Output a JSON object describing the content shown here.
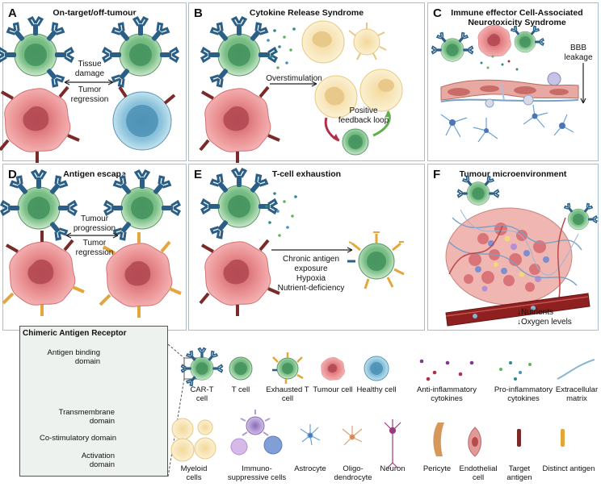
{
  "panels": {
    "A": {
      "letter": "A",
      "title": "On-target/off-tumour",
      "arrow_top": "Tissue\ndamage",
      "arrow_bottom": "Tumor\nregression"
    },
    "B": {
      "letter": "B",
      "title": "Cytokine Release Syndrome",
      "arrow_label": "Overstimulation",
      "loop_label": "Positive\nfeedback loop"
    },
    "C": {
      "letter": "C",
      "title": "Immune effector Cell-Associated\nNeurotoxicity Syndrome",
      "side_label": "BBB\nleakage"
    },
    "D": {
      "letter": "D",
      "title": "Antigen escape",
      "arrow_top": "Tumour\nprogression",
      "arrow_bottom": "Tumor\nregression"
    },
    "E": {
      "letter": "E",
      "title": "T-cell exhaustion",
      "arrow_label": "Chronic antigen\nexposure\nHypoxia\nNutrient-deficiency"
    },
    "F": {
      "letter": "F",
      "title": "Tumour microenvironment",
      "note": "↓Nutrients\n↓Oxygen levels"
    }
  },
  "car": {
    "title": "Chimeric Antigen Receptor",
    "domains": [
      "Antigen binding\ndomain",
      "Transmembrane\ndomain",
      "Co-stimulatory domain",
      "Activation\ndomain"
    ]
  },
  "legend": [
    "CAR-T\ncell",
    "T cell",
    "Exhausted T\ncell",
    "Tumour cell",
    "Healthy cell",
    "Anti-inflammatory\ncytokines",
    "Pro-inflammatory\ncytokines",
    "Extracellular\nmatrix",
    "Myeloid\ncells",
    "Immuno-\nsuppressive cells",
    "Astrocyte",
    "Oligo-\ndendrocyte",
    "Neuron",
    "Pericyte",
    "Endothelial\ncell",
    "Target\nantigen",
    "Distinct antigen"
  ],
  "colors": {
    "panel_border": "#a9bdd6",
    "tcell": "#7dbf7f",
    "tumor": "#e77b7f",
    "healthy": "#7fb6d2",
    "car": "#2b5f86",
    "antigen": "#7a2a28",
    "distinct": "#e3a63a"
  }
}
